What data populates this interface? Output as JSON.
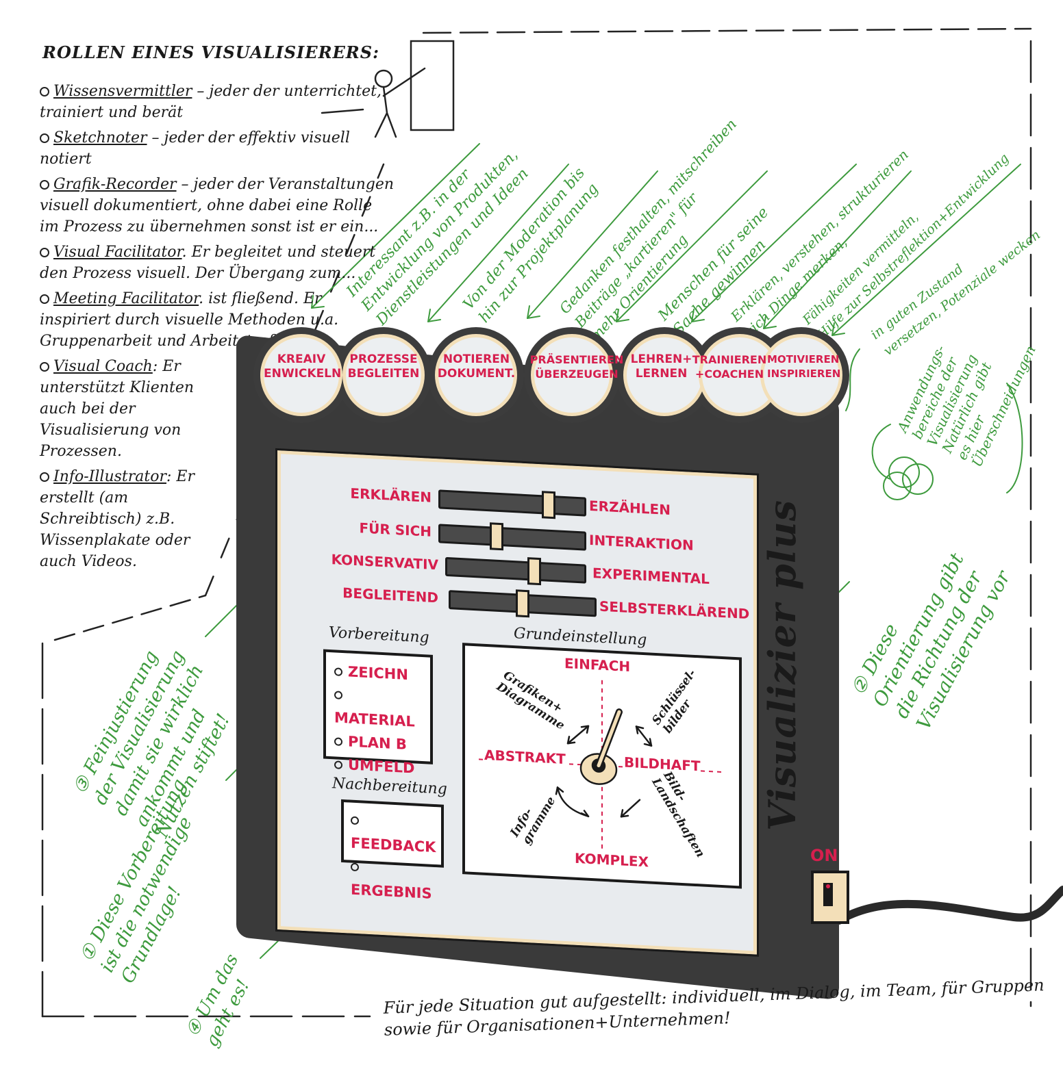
{
  "title": "ROLLEN EINES VISUALISIERERS:",
  "roles": [
    {
      "name": "Wissensvermittler",
      "text": " – jeder der unterrichtet, trainiert und berät"
    },
    {
      "name": "Sketchnoter",
      "text": " – jeder der effektiv visuell notiert"
    },
    {
      "name": "Grafik-Recorder",
      "text": " – jeder der Veranstaltungen visuell dokumentiert, ohne dabei eine Rolle im Prozess zu übernehmen sonst ist er ein..."
    },
    {
      "name": "Visual Facilitator",
      "text": ". Er begleitet und steuert den Prozess visuell. Der Übergang zum..."
    },
    {
      "name": "Meeting Facilitator",
      "text": ". ist fließend. Er inspiriert durch visuelle Methoden u.a. Gruppenarbeit und Arbeitstreffen"
    },
    {
      "name": "Visual Coach",
      "text": ": Er unterstützt Klienten auch bei der Visualisierung von Prozessen."
    },
    {
      "name": "Info-Illustrator",
      "text": ": Er erstellt (am Schreibtisch) z.B. Wissenplakate oder auch Videos."
    }
  ],
  "green_notes": [
    "Interessant z.B. in der\nEntwicklung von Produkten,\nDienstleistungen und Ideen",
    "Von der Moderation bis\nhin zur Projektplanung",
    "Gedanken festhalten, mitschreiben\nBeiträge „kartieren\" für\nmehr Orientierung",
    "Menschen für seine\nSache gewinnen",
    "Erklären, verstehen, strukturieren\nsich Dinge merken,",
    "Fähigkeiten vermitteln,\nHilfe zur Selbstreflektion+Entwicklung",
    "in guten Zustand\nversetzen, Potenziale wecken"
  ],
  "side_note": "Anwendungs-\nbereiche der\nVisualisierung\nNatürlich gibt\nes hier\nÜberschneidungen",
  "note_2": "② Diese\nOrientierung gibt\ndie Richtung der\nVisualisierung vor",
  "note_3": "③ Feinjustierung\nder Visualisierung\ndamit sie wirklich\nankommt und\nNutzen stiftet!",
  "note_1": "① Diese Vorbereitung\nist die notwendige\nGrundlage!",
  "note_4": "④ Um das\ngeht es!",
  "buttons": [
    "KREAIV\nENWICKELN",
    "PROZESSE\nBEGLEITEN",
    "NOTIEREN\nDOKUMENT.",
    "PRÄSENTIEREN\nÜBERZEUGEN",
    "LEHREN+\nLERNEN",
    "TRAINIEREN\n+COACHEN",
    "MOTIVIEREN\nINSPIRIEREN"
  ],
  "sliders": [
    {
      "left": "ERKLÄREN",
      "right": "ERZÄHLEN",
      "position": 0.78
    },
    {
      "left": "FÜR SICH",
      "right": "INTERAKTION",
      "position": 0.38
    },
    {
      "left": "KONSERVATIV",
      "right": "EXPERIMENTAL",
      "position": 0.65
    },
    {
      "left": "BEGLEITEND",
      "right": "SELBSTERKLÄREND",
      "position": 0.5
    }
  ],
  "vorbereitung": {
    "title": "Vorbereitung",
    "items": [
      "ZEICHN",
      "MATERIAL",
      "PLAN B",
      "UMFELD"
    ]
  },
  "nachbereitung": {
    "title": "Nachbereitung",
    "items": [
      "FEEDBACK",
      "ERGEBNIS"
    ]
  },
  "grund": {
    "title": "Grundeinstellung",
    "top": "EINFACH",
    "bottom": "KOMPLEX",
    "left": "ABSTRAKT",
    "right": "BILDHAFT",
    "tl": "Grafiken+\nDiagramme",
    "tr": "Schlüssel-\nbilder",
    "bl": "Info-\ngramme",
    "br": "Bild-\nLandschaften"
  },
  "brand": "Visualizier plus",
  "on_label": "ON",
  "footer": "Für jede Situation gut aufgestellt: individuell, im Dialog, im Team, für Gruppen\nsowie für Organisationen+Unternehmen!"
}
